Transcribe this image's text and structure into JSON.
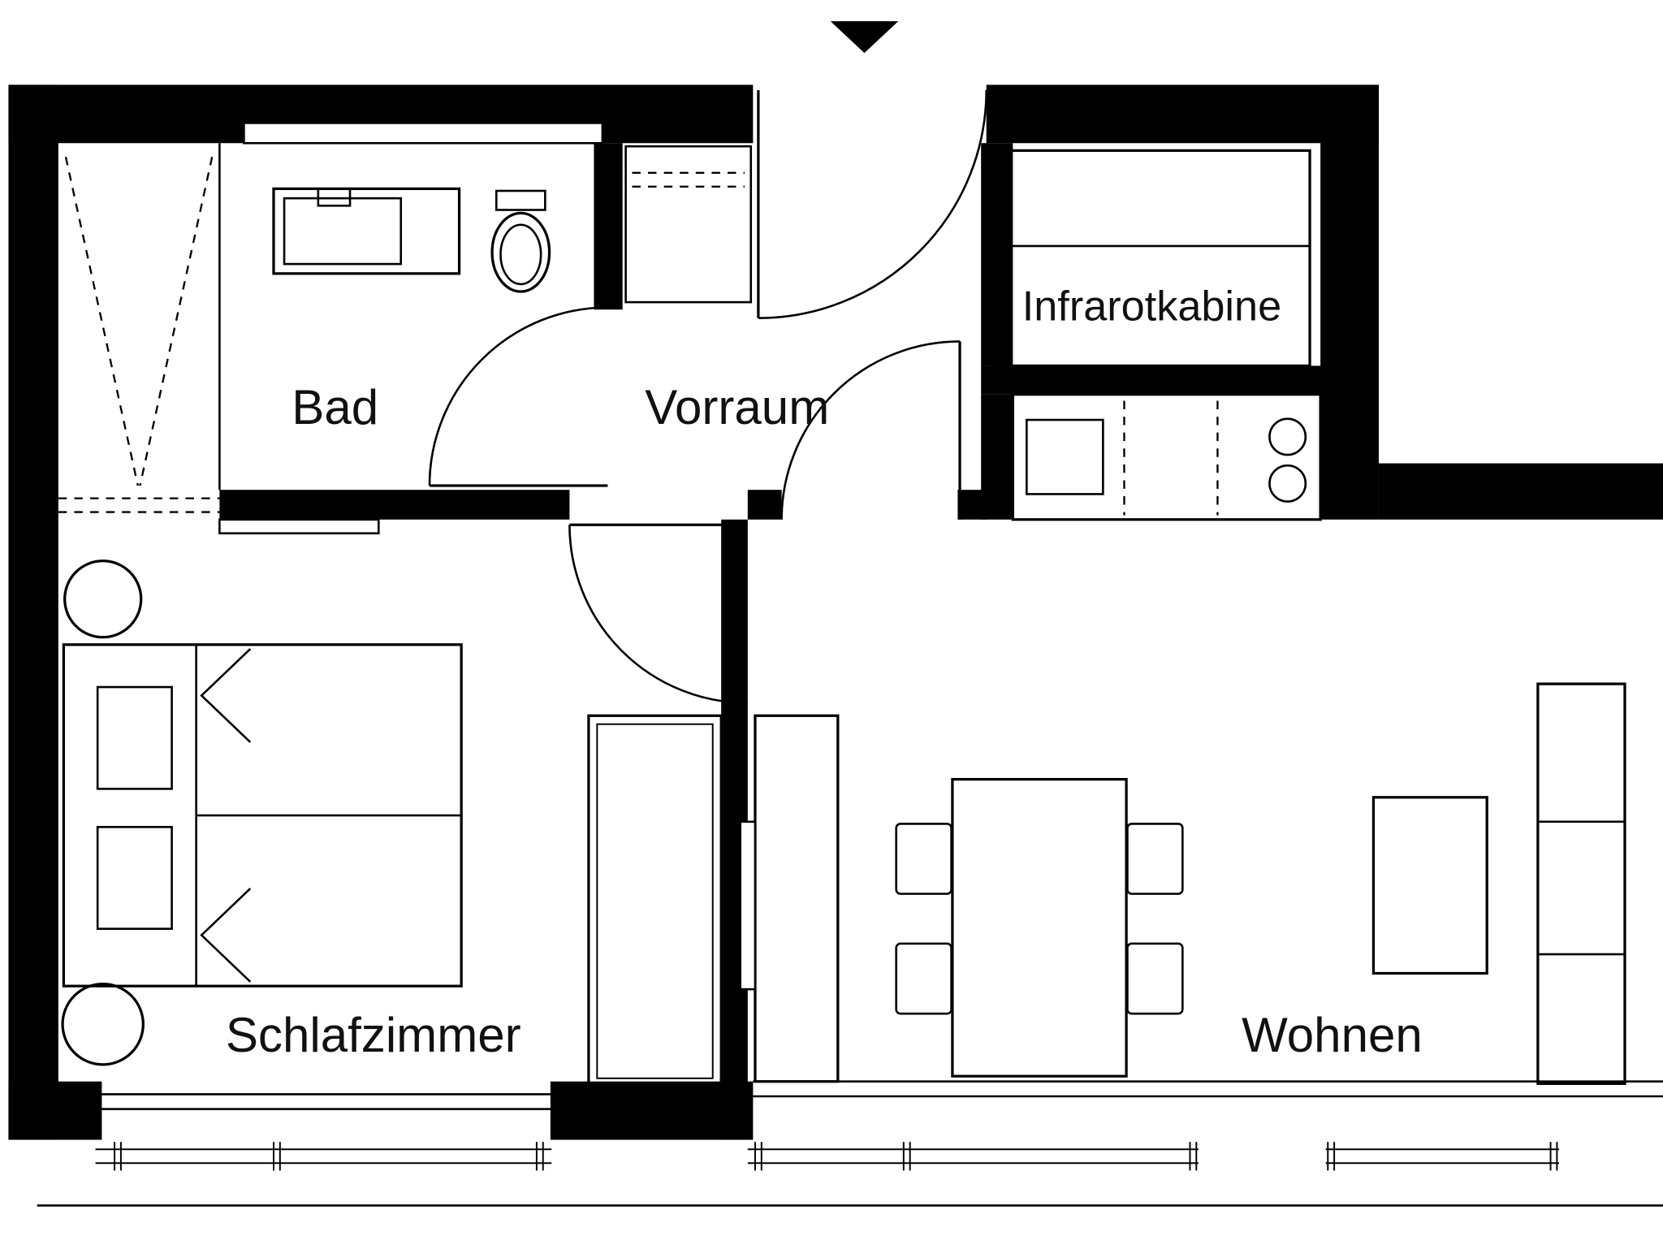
{
  "floorplan": {
    "background": "#ffffff",
    "wall_color": "#000000",
    "line_color": "#000000",
    "rooms": {
      "bad": {
        "label": "Bad"
      },
      "vorraum": {
        "label": "Vorraum"
      },
      "infrarotkabine": {
        "label": "Infrarotkabine"
      },
      "schlafzimmer": {
        "label": "Schlafzimmer"
      },
      "wohnen": {
        "label": "Wohnen"
      }
    },
    "symbols": [
      "entrance-arrow",
      "door-swing",
      "window",
      "bed",
      "pillow",
      "nightstand",
      "wardrobe",
      "built-in-closet",
      "washbasin-counter",
      "toilet",
      "hall-cabinet",
      "sauna-bench",
      "kitchen-counter",
      "sink",
      "cooktop",
      "dining-table",
      "chair",
      "armchair",
      "shelf-unit",
      "terrace-edge"
    ]
  }
}
